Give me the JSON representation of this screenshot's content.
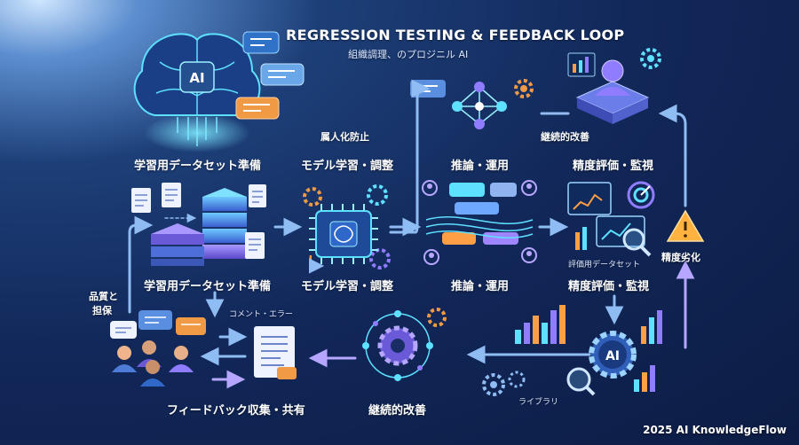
{
  "title": "REGRESSION TESTING & FEEDBACK LOOP",
  "subtitle": "組織調理、のプロジニル AI",
  "brain_badge": "AI",
  "chip_badge": "AI",
  "top_row": {
    "data_prep": "学習用データセット準備",
    "model_training": "モデル学習・調整",
    "inference": "推論・運用",
    "evaluation": "精度評価・監視"
  },
  "middle_row": {
    "data_prep": "学習用データセット準備",
    "model_training": "モデル学習・調整",
    "inference": "推論・運用",
    "evaluation": "精度評価・監視"
  },
  "annotations": {
    "prevent_personalization": "属人化防止",
    "continuous_improvement_top": "継続的改善",
    "eval_dataset": "評価用データセット",
    "accuracy_degradation": "精度劣化",
    "quality_line1": "品質と",
    "quality_line2": "担保",
    "comment_error": "コメント・エラー",
    "library": "ライブラリ"
  },
  "bottom_row": {
    "feedback": "フィードバック収集・共有",
    "continuous_improvement": "継続的改善"
  },
  "brand": "2025 AI KnowledgeFlow",
  "colors": {
    "arrow": "#8fbcf2",
    "cyan": "#5ee0ff",
    "orange": "#ff9f45",
    "purple": "#8f7cff",
    "warning": "#ffb23f"
  },
  "icons": [
    "brain-icon",
    "chat-bubble-icon",
    "document-icon",
    "server-stack-icon",
    "chip-icon",
    "gear-icon",
    "network-icon",
    "person-icon",
    "dashboard-icon",
    "magnifier-icon",
    "warning-icon",
    "bar-chart-icon",
    "target-icon"
  ]
}
